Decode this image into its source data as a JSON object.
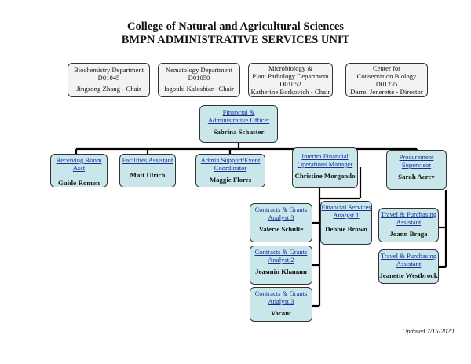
{
  "header": {
    "line1": "College of Natural and Agricultural Sciences",
    "line2": "BMPN ADMINISTRATIVE SERVICES UNIT"
  },
  "departments": [
    {
      "line1": "Biochemistry Department",
      "line2": "D01045",
      "chair": "Jingsong Zhang - Chair"
    },
    {
      "line1": "Nematology Department",
      "line2": "D01050",
      "chair": "Isgouhi Kaloshian- Chair"
    },
    {
      "line1": "Microbiology &",
      "line2": "Plant Pathology Department",
      "line3": "D01052",
      "chair": "Katherine Borkovich - Chair"
    },
    {
      "line1": "Center for",
      "line2": "Conservation Biology",
      "line3": "D01235",
      "chair": "Darrel Jenerette - Director"
    }
  ],
  "fao": {
    "role_line1": "Financial &",
    "role_line2": "Administrative Officer",
    "name": "Sabrina Schuster"
  },
  "level2": [
    {
      "role": "Receiving Room Asst",
      "name": "Guido Romon"
    },
    {
      "role": "Facilities Assistant",
      "name": "Matt Ulrich"
    },
    {
      "role_line1": "Admin Support/Event",
      "role_line2": "Coordinator",
      "name": "Maggie Flores"
    },
    {
      "role_line1": "Interim Financial",
      "role_line2": "Operations Manager",
      "name": "Christine Morgando"
    },
    {
      "role_line1": "Procurement",
      "role_line2": "Supervisor",
      "name": "Sarah Acrey"
    }
  ],
  "contracts": [
    {
      "role_line1": "Contracts & Grants",
      "role_line2": "Analyst 3",
      "name": "Valerie Schulte"
    },
    {
      "role_line1": "Contracts & Grants",
      "role_line2": "Analyst 2",
      "name": "Jeasmin Khanam"
    },
    {
      "role_line1": "Contracts & Grants",
      "role_line2": "Analyst 3",
      "name": "Vacant"
    }
  ],
  "financial_services": {
    "role_line1": "Financial Services",
    "role_line2": "Analyst 1",
    "name": "Debbie Brown"
  },
  "travel": [
    {
      "role_line1": "Travel & Purchasing",
      "role_line2": "Assistant",
      "name": "Joann Braga"
    },
    {
      "role_line1": "Travel & Purchasing",
      "role_line2": "Assistant",
      "name": "Jeanette Westbrook"
    }
  ],
  "footer": {
    "updated": "Updated 7/15/2020"
  },
  "colors": {
    "node_fill": "#c9e6ea",
    "dept_fill": "#f3f3f3",
    "role_text": "#1a2f9a",
    "line": "#000000"
  }
}
